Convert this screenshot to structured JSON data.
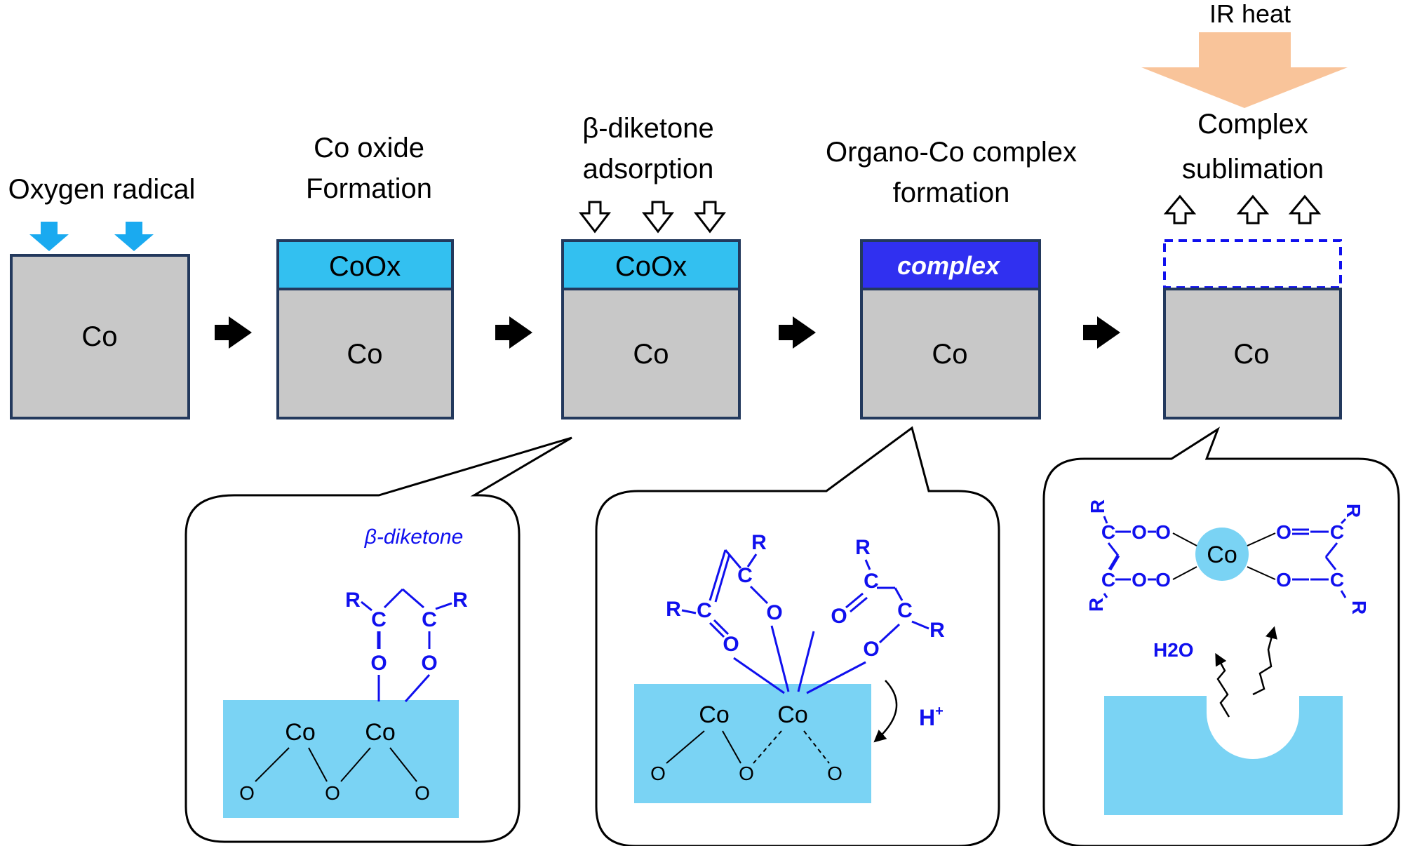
{
  "steps": [
    {
      "label_lines": [
        "Oxygen radical"
      ],
      "substrate": "Co"
    },
    {
      "label_lines": [
        "Co oxide",
        "Formation"
      ],
      "layer": "CoOx",
      "substrate": "Co"
    },
    {
      "label_lines": [
        "β-diketone",
        "adsorption"
      ],
      "layer": "CoOx",
      "substrate": "Co"
    },
    {
      "label_lines": [
        "Organo-Co complex",
        "formation"
      ],
      "layer": "complex",
      "substrate": "Co"
    },
    {
      "label_lines": [
        "Complex",
        "sublimation"
      ],
      "top_label": "IR heat",
      "substrate": "Co"
    }
  ],
  "bubble1": {
    "title": "β-diketone",
    "co_left": "Co",
    "co_right": "Co",
    "o": "O",
    "R": "R",
    "C": "C"
  },
  "bubble2": {
    "co_left": "Co",
    "co_right": "Co",
    "o": "O",
    "R": "R",
    "C": "C",
    "proton": "H",
    "proton_sup": "+"
  },
  "bubble3": {
    "co": "Co",
    "o": "O",
    "R": "R",
    "C": "C",
    "water": "H2O"
  },
  "colors": {
    "substrate": "#c8c8c8",
    "border": "#23395d",
    "oxide": "#33c0f0",
    "complex": "#3030f0",
    "chem_blue": "#1010ee",
    "surface": "#7ad3f4",
    "heat_arrow": "#f9c49a",
    "radical_arrow": "#1aaaf0"
  }
}
